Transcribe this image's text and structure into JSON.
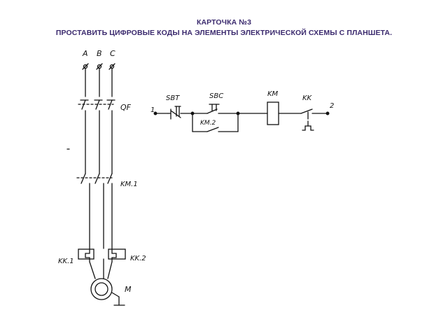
{
  "header": {
    "line1": "КАРТОЧКА №3",
    "line2": "ПРОСТАВИТЬ ЦИФРОВЫЕ КОДЫ НА ЭЛЕМЕНТЫ  ЭЛЕКТРИЧЕСКОЙ СХЕМЫ С ПЛАНШЕТА."
  },
  "diagram": {
    "phases": [
      "A",
      "B",
      "C"
    ],
    "labels": {
      "qf": "QF",
      "km1": "KM.1",
      "kk1": "KK.1",
      "kk2": "KK.2",
      "motor": "M",
      "sbt": "SBT",
      "sbc": "SBC",
      "km2": "KM.2",
      "km": "KM",
      "kk": "KK",
      "node1": "1",
      "node2": "2"
    }
  }
}
